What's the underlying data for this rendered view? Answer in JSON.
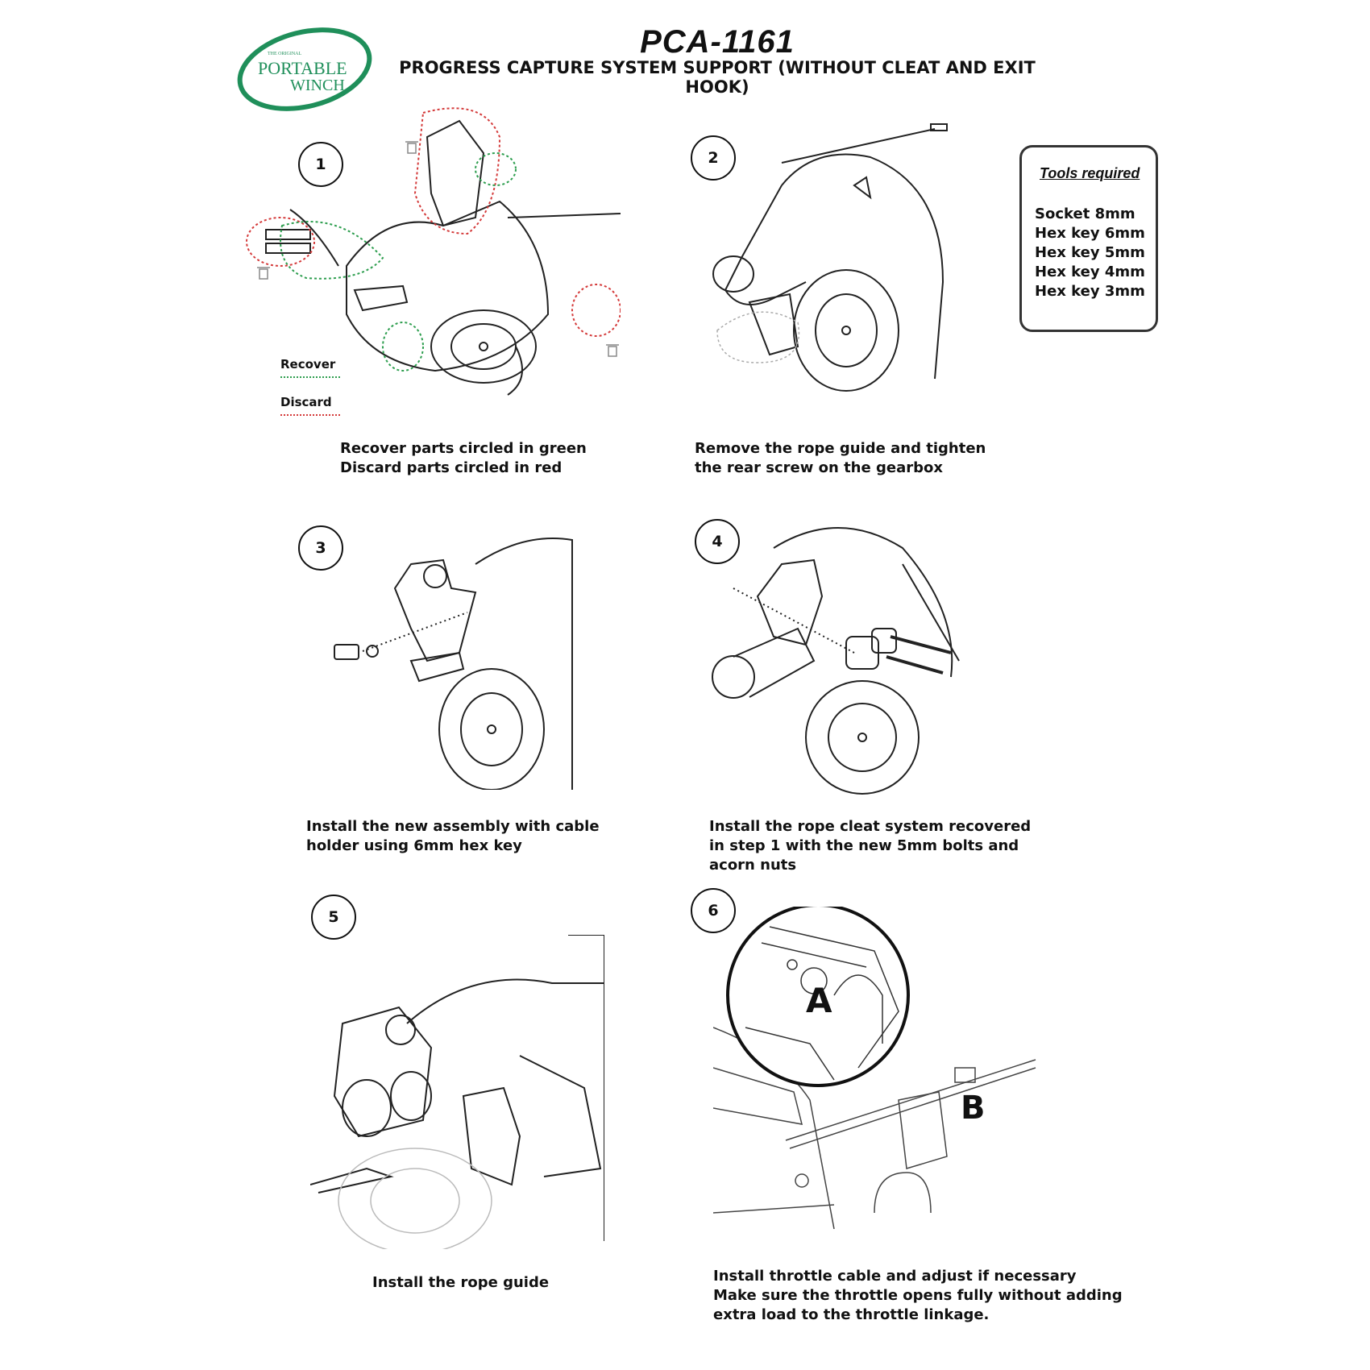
{
  "header": {
    "logo_text_top": "THE ORIGINAL",
    "logo_text_1": "PORTABLE",
    "logo_text_2": "WINCH",
    "title": "PCA-1161",
    "subtitle": "PROGRESS CAPTURE SYSTEM SUPPORT (WITHOUT CLEAT AND EXIT HOOK)"
  },
  "colors": {
    "recover": "#2e9e4f",
    "discard": "#d43a3a",
    "logo_green": "#1f8f5a",
    "text": "#111111"
  },
  "legend": {
    "recover": "Recover",
    "discard": "Discard"
  },
  "tools": {
    "heading": "Tools required",
    "items": [
      "Socket 8mm",
      "Hex key 6mm",
      "Hex key 5mm",
      "Hex key 4mm",
      "Hex key 3mm"
    ]
  },
  "steps": [
    {
      "number": "1",
      "lines": [
        "Recover parts circled in green",
        "Discard parts circled in red"
      ]
    },
    {
      "number": "2",
      "lines": [
        "Remove the rope guide and tighten",
        "the rear screw on the gearbox"
      ]
    },
    {
      "number": "3",
      "lines": [
        "Install the new assembly with cable",
        "holder using 6mm hex key"
      ]
    },
    {
      "number": "4",
      "lines": [
        "Install the rope cleat system recovered",
        "in step 1 with the new 5mm bolts and",
        "acorn nuts"
      ]
    },
    {
      "number": "5",
      "lines": [
        "Install the rope guide"
      ]
    },
    {
      "number": "6",
      "lines": [
        "Install throttle cable and adjust if necessary",
        "Make sure the throttle opens fully without adding",
        "extra load to the throttle linkage."
      ]
    }
  ],
  "callouts": {
    "a": "A",
    "b": "B"
  },
  "icons": [
    "trash-icon",
    "winch-illustration",
    "zoom-detail-circle"
  ]
}
